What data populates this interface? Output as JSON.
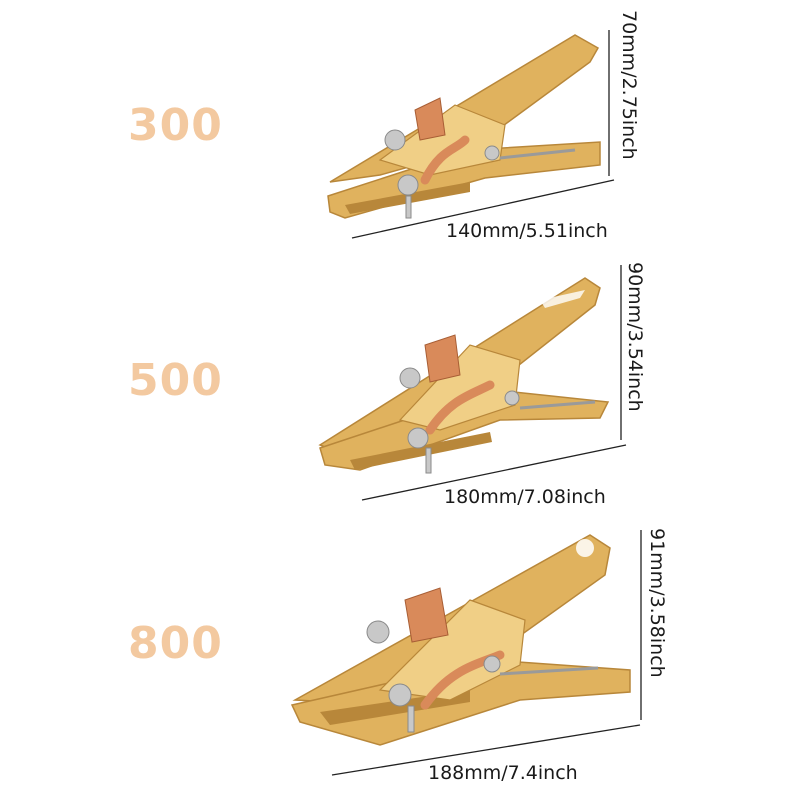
{
  "colors": {
    "amp_label": "#f3c9a0",
    "brass": "#e0b25e",
    "brass_light": "#f0cf86",
    "brass_dark": "#b8873a",
    "copper": "#d98a5a",
    "steel": "#c8c8c8",
    "line": "#222222"
  },
  "clamps": [
    {
      "amp": "300",
      "width_label": "140mm/5.51inch",
      "height_label": "70mm/2.75inch"
    },
    {
      "amp": "500",
      "width_label": "180mm/7.08inch",
      "height_label": "90mm/3.54inch"
    },
    {
      "amp": "800",
      "width_label": "188mm/7.4inch",
      "height_label": "91mm/3.58inch"
    }
  ]
}
